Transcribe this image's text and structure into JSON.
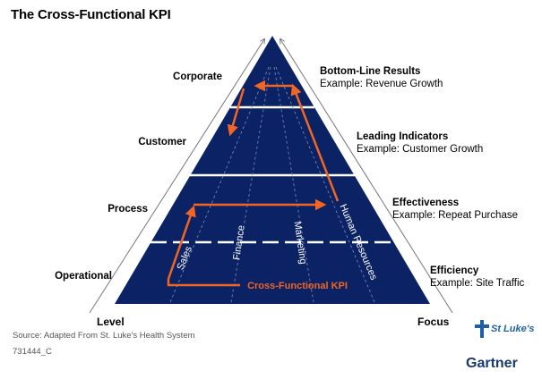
{
  "title": "The Cross-Functional KPI",
  "levels": [
    "Corporate",
    "Customer",
    "Process",
    "Operational"
  ],
  "focus": [
    {
      "heading": "Bottom-Line Results",
      "example": "Example: Revenue Growth"
    },
    {
      "heading": "Leading Indicators",
      "example": "Example: Customer Growth"
    },
    {
      "heading": "Effectiveness",
      "example": "Example: Repeat Purchase"
    },
    {
      "heading": "Efficiency",
      "example": "Example: Site Traffic"
    }
  ],
  "functions": [
    "Sales",
    "Finance",
    "Marketing",
    "Human Resources"
  ],
  "kpi_label": "Cross-Functional KPI",
  "axis": {
    "left": "Level",
    "right": "Focus"
  },
  "source": "Source: Adapted From St. Luke's Health System",
  "code": "731444_C",
  "logos": {
    "stlukes": "St Luke's",
    "gartner": "Gartner"
  },
  "colors": {
    "pyramid": "#0b2265",
    "arrow": "#f26522",
    "divider": "#ffffff"
  }
}
